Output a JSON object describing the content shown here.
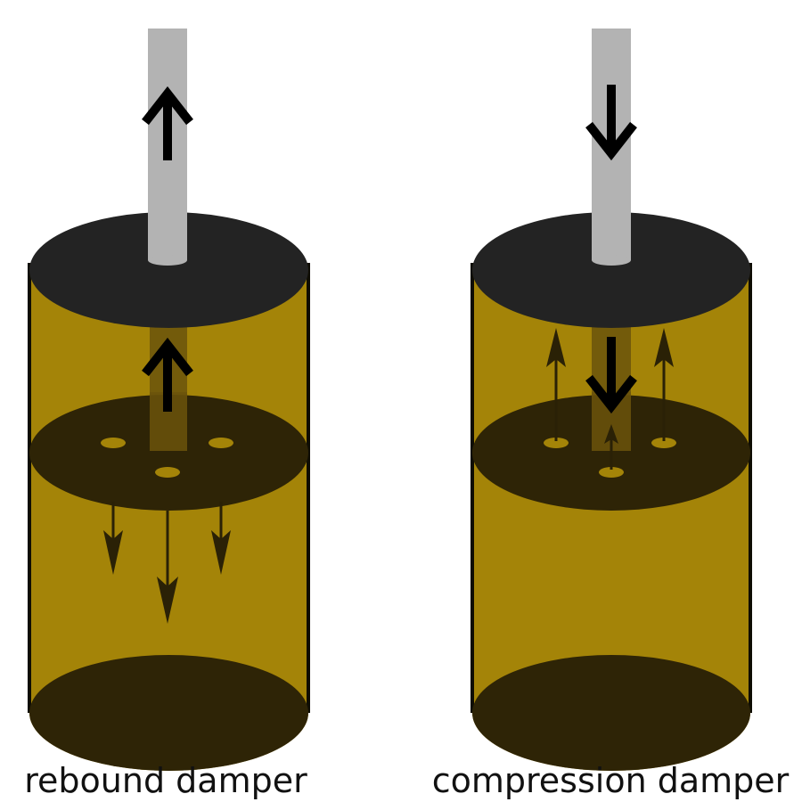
{
  "diagram": {
    "panels": [
      {
        "id": "rebound",
        "label": "rebound damper",
        "rod_motion": "up",
        "flow_direction": "down"
      },
      {
        "id": "compression",
        "label": "compression damper",
        "rod_motion": "down",
        "flow_direction": "up"
      }
    ]
  },
  "colors": {
    "oil": "#a48408",
    "oil_stroke": "#0f0d03",
    "dark_oil": "#2e2406",
    "cap": "#232323",
    "rod": "#b3b3b3",
    "rod_inside": "#6b540c",
    "arrow": "#000000",
    "flow_arrow": "#2a2106",
    "hole": "#a48408"
  }
}
